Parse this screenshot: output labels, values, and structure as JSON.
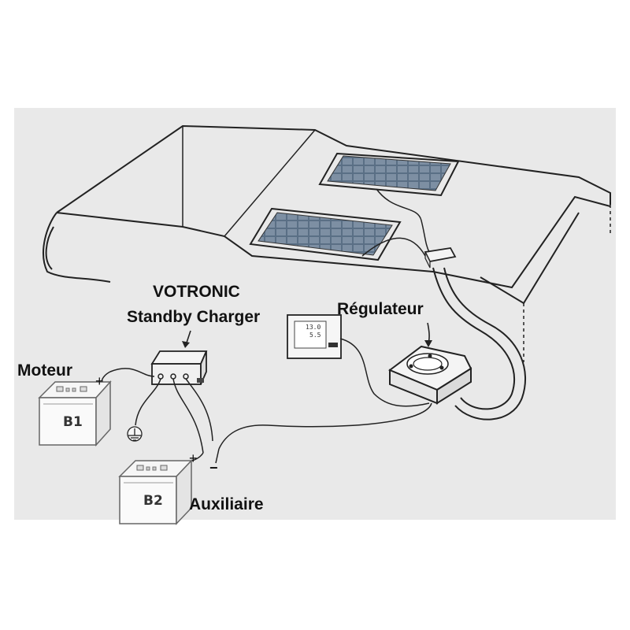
{
  "labels": {
    "charger_title": "VOTRONIC",
    "charger_subtitle": "Standby Charger",
    "regulator": "Régulateur",
    "engine_battery": "Moteur",
    "aux_battery": "Auxiliaire",
    "plus_b1": "+",
    "plus_b2": "+",
    "minus": "−"
  },
  "batteries": {
    "b1_tag": "B1",
    "b2_tag": "B2"
  },
  "display": {
    "line1": "13.0",
    "line2": "5.5"
  },
  "colors": {
    "background_panel": "#e9e9e9",
    "line": "#222222",
    "solar_cell": "#5a6f85"
  }
}
